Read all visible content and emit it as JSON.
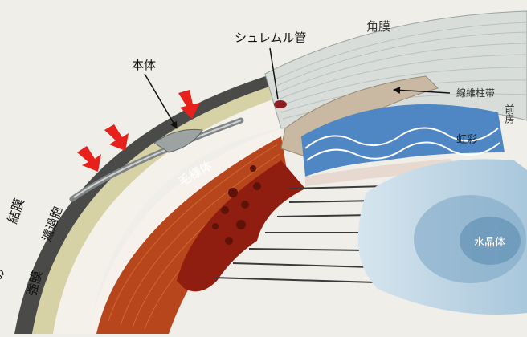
{
  "labels": {
    "schlemm_canal": "シュレムル管",
    "cornea": "角膜",
    "body": "本体",
    "trabecular_meshwork": "線維柱帯",
    "anterior_chamber": "前房",
    "iris": "虹彩",
    "ciliary_body": "毛様体",
    "conjunctiva": "結膜",
    "bleb": "濾過胞",
    "sclera": "強膜",
    "partial_char": "の",
    "lens": "水晶体"
  },
  "colors": {
    "arrow": "#e8201c",
    "ciliary": "#b8461c",
    "ciliary_dark": "#8f1e10",
    "iris_blue": "#4f86c4",
    "lens": "#b9d3e3",
    "lens_core": "#7fa8c6",
    "cornea": "#d8ddda"
  }
}
